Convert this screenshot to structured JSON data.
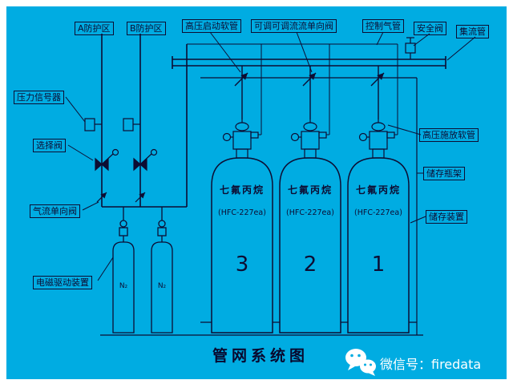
{
  "colors": {
    "background": "#00ace2",
    "line": "#0d0d33",
    "text": "#0d0d33",
    "footer_text": "#ffffff"
  },
  "labels": {
    "zone_a": "A防护区",
    "zone_b": "B防护区",
    "hp_start_hose": "高压启动软管",
    "adjustable_check_valve": "可调可调流流单向阀",
    "control_gas_pipe": "控制气管",
    "safety_valve": "安全阀",
    "manifold": "集流管",
    "pressure_signal": "压力信号器",
    "selector_valve": "选择阀",
    "gas_check_valve": "气流单向阀",
    "solenoid_drive": "电磁驱动装置",
    "hp_release_hose": "高压施放软管",
    "bottle_rack": "储存瓶架",
    "storage_device": "储存装置"
  },
  "cylinders": [
    {
      "name": "七氟丙烷",
      "model": "(HFC-227ea)",
      "number": "3"
    },
    {
      "name": "七氟丙烷",
      "model": "(HFC-227ea)",
      "number": "2"
    },
    {
      "name": "七氟丙烷",
      "model": "(HFC-227ea)",
      "number": "1"
    }
  ],
  "n2_bottles": [
    "N₂",
    "N₂"
  ],
  "title": "管网系统图",
  "footer": {
    "wechat": "微信号：firedata"
  }
}
